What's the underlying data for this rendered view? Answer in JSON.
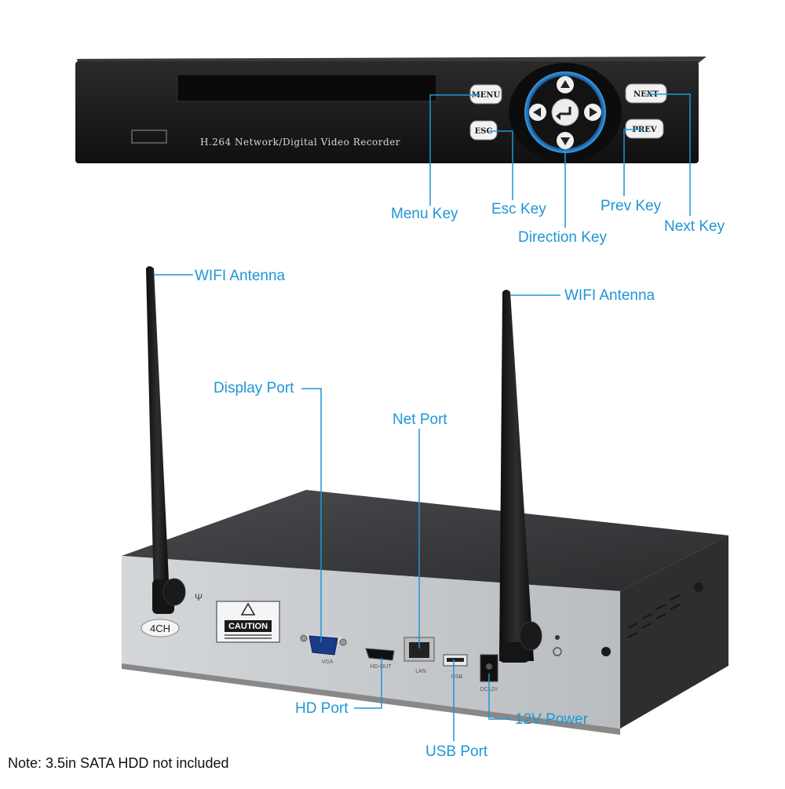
{
  "front_panel": {
    "model_text": "H.264 Network/Digital Video Recorder",
    "keys": {
      "menu": "MENU",
      "esc": "ESC",
      "next": "NEXT",
      "prev": "PREV"
    }
  },
  "callouts": {
    "menu_key": "Menu Key",
    "esc_key": "Esc Key",
    "direction_key": "Direction Key",
    "prev_key": "Prev Key",
    "next_key": "Next Key",
    "wifi_antenna_left": "WIFI Antenna",
    "wifi_antenna_right": "WIFI Antenna",
    "display_port": "Display Port",
    "net_port": "Net Port",
    "hd_port": "HD Port",
    "usb_port": "USB Port",
    "power": "12V Power"
  },
  "rear_panel": {
    "channel_badge": "4CH",
    "caution": "CAUTION",
    "ports": {
      "vga": "VGA",
      "hdmi": "HD-OUT",
      "lan": "LAN",
      "usb": "USB",
      "dc": "DC12V"
    }
  },
  "note": "Note: 3.5in SATA HDD not included",
  "colors": {
    "callout": "#1e96d6",
    "device": "#1c1c1c",
    "panel": "#c9ccd0",
    "accent_ring": "#2a8fd8"
  }
}
